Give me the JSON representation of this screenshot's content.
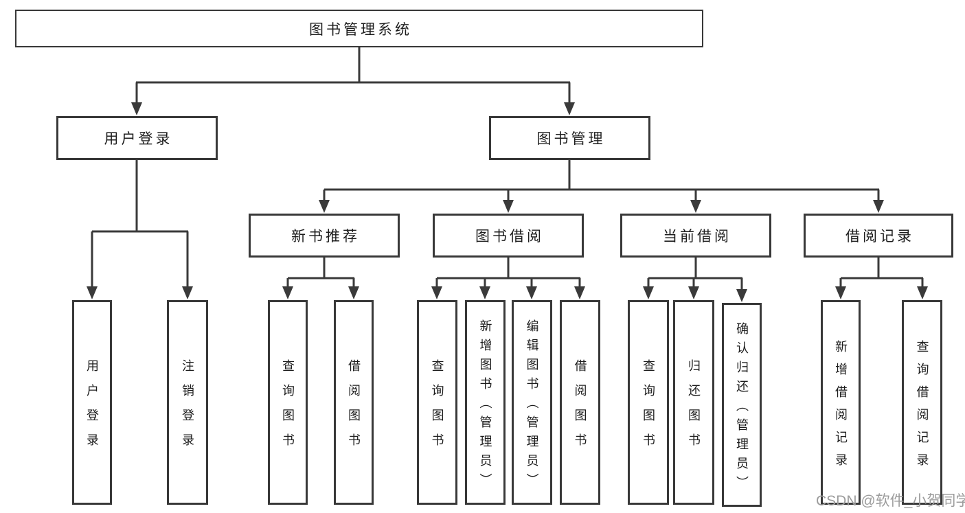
{
  "diagram_title": "图书管理系统",
  "watermark": "CSDN @软件_小贺同学",
  "colors": {
    "line": "#3a3a3a",
    "border": "#383838",
    "text": "#1d1d1d",
    "watermark": "#9c9c9c",
    "background": "#ffffff"
  },
  "nodes": {
    "root": "图书管理系统",
    "level2": [
      {
        "label": "用户登录"
      },
      {
        "label": "图书管理"
      }
    ],
    "level3": [
      {
        "label": "新书推荐"
      },
      {
        "label": "图书借阅"
      },
      {
        "label": "当前借阅"
      },
      {
        "label": "借阅记录"
      }
    ],
    "leaves": {
      "user_login": [
        "用户登录",
        "注销登录"
      ],
      "new_books": [
        "查询图书",
        "借阅图书"
      ],
      "book_borrow": [
        "查询图书",
        "新增图书（管理员）",
        "编辑图书（管理员）",
        "借阅图书"
      ],
      "current_borrow": [
        "查询图书",
        "归还图书",
        "确认归还（管理员）"
      ],
      "borrow_records": [
        "新增借阅记录",
        "查询借阅记录"
      ]
    }
  }
}
